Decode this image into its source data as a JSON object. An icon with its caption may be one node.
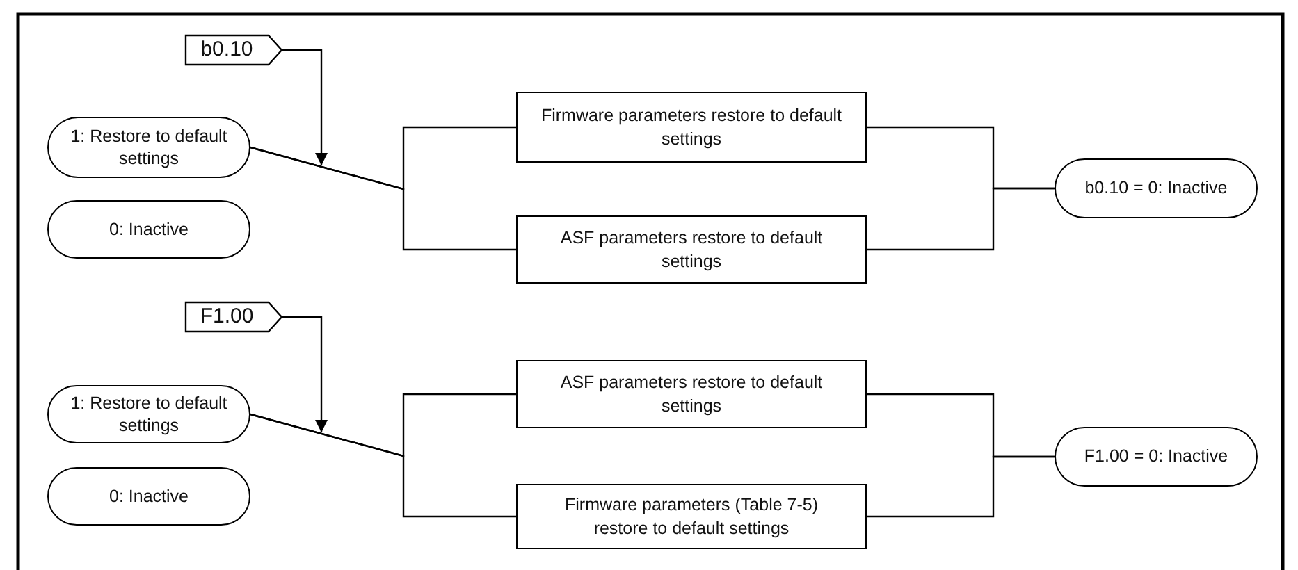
{
  "diagram": {
    "nodes": [
      {
        "text": [
          "b0.10"
        ]
      },
      {
        "text": [
          "1: Restore to default settings"
        ]
      },
      {
        "text": [
          "0: Inactive"
        ]
      },
      {
        "text": [
          "Firmware parameters restore to default settings"
        ]
      },
      {
        "text": [
          "ASF parameters restore to default settings"
        ]
      },
      {
        "text": [
          "b0.10 = 0: Inactive"
        ]
      },
      {
        "text": [
          "F1.00"
        ]
      },
      {
        "text": [
          "1: Restore to default settings"
        ]
      },
      {
        "text": [
          "0: Inactive"
        ]
      },
      {
        "text": [
          "ASF parameters restore to default settings"
        ]
      },
      {
        "text": [
          "Firmware parameters (Table 7-5) restore to default settings"
        ]
      },
      {
        "text": [
          "F1.00 = 0: Inactive"
        ]
      }
    ],
    "edges": [
      {
        "from": 0,
        "to": null,
        "arrow": "to"
      },
      {
        "from": 1,
        "to": 3,
        "arrow": "none"
      },
      {
        "from": 1,
        "to": 4,
        "arrow": "none"
      },
      {
        "from": 3,
        "to": 5,
        "arrow": "none"
      },
      {
        "from": 4,
        "to": 5,
        "arrow": "none"
      },
      {
        "from": 6,
        "to": null,
        "arrow": "to"
      },
      {
        "from": 7,
        "to": 9,
        "arrow": "none"
      },
      {
        "from": 7,
        "to": 10,
        "arrow": "none"
      },
      {
        "from": 9,
        "to": 11,
        "arrow": "none"
      },
      {
        "from": 10,
        "to": 11,
        "arrow": "none"
      }
    ]
  }
}
